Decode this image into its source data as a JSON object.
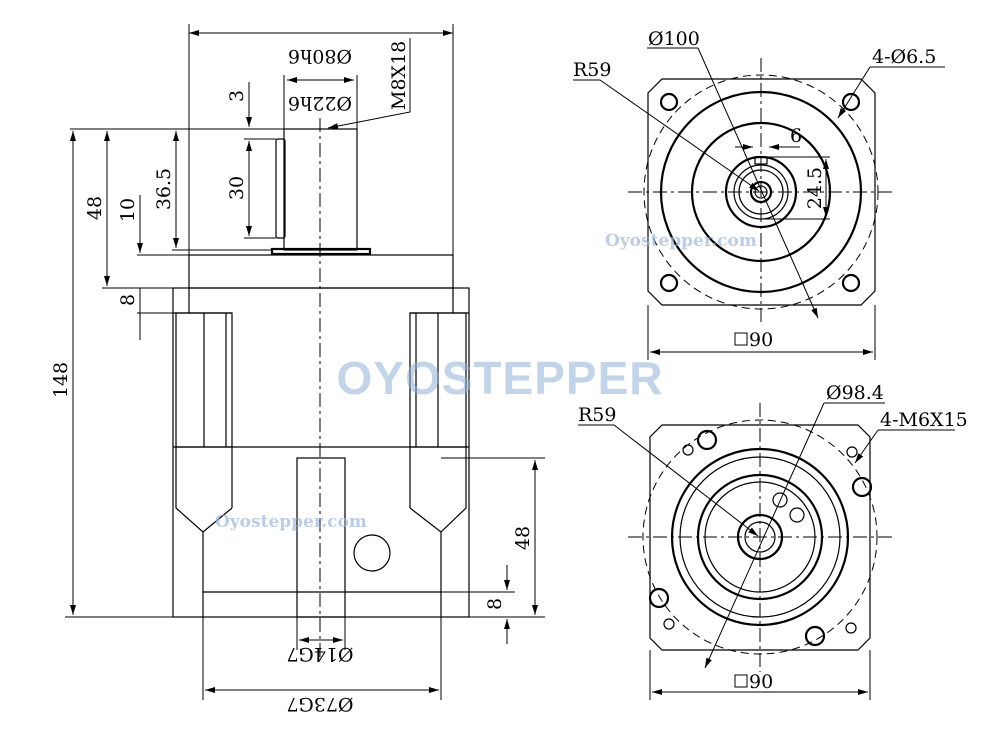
{
  "side_view": {
    "dims": {
      "flange_dia": "Ø80h6",
      "shaft_dia": "Ø22h6",
      "tap": "M8X18",
      "key_offset": "3",
      "key_length": "30",
      "shaft_length": "36.5",
      "top_height": "48",
      "pilot": "10",
      "flange_thk": "8",
      "total_length": "148",
      "input_height": "48",
      "input_offset": "8",
      "input_bore": "Ø14G7",
      "input_pilot": "Ø73G7"
    }
  },
  "front_view": {
    "pcd": "Ø100",
    "radius": "R59",
    "holes": "4-Ø6.5",
    "key_width": "6",
    "key_height": "24.5",
    "square": "90"
  },
  "rear_view": {
    "pcd": "Ø98.4",
    "radius": "R59",
    "holes": "4-M6X15",
    "square": "90"
  },
  "watermarks": {
    "logo": "OYOSTEPPER",
    "url": "Oyostepper.com"
  }
}
